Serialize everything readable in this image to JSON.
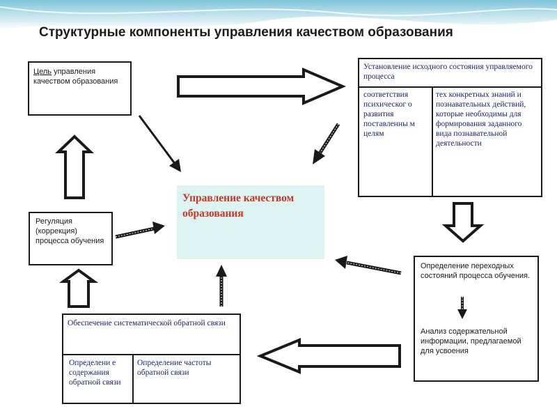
{
  "title": "Структурные компоненты управления качеством образования",
  "goal_box": {
    "word": "Цель",
    "rest": " управления качеством образования"
  },
  "center_box": "Управление качеством образования",
  "initial_state": {
    "header": "Установление исходного состояния управляемого процесса",
    "left": "соответствия психическог о развития поставленны м целям",
    "right": "тех конкретных знаний и познавательных действий, которые необходимы для формирования заданного вида познавательной деятельности"
  },
  "regulation_box": "Регуляция (коррекция) процесса обучения",
  "transitional_box": {
    "top": "Определение переходных состояний процесса обучения.",
    "bottom": "Анализ содержательной информации, предлагаемой для усвоения"
  },
  "feedback_box": {
    "header": "Обеспечение систематической обратной связи",
    "left": "Определени е содержания обратной связи",
    "right": "Определение частоты обратной связи"
  },
  "colors": {
    "center_fill": "#dcf3f1",
    "center_text": "#c0392b",
    "header_text": "#1a2466",
    "line": "#1a1a1a"
  }
}
